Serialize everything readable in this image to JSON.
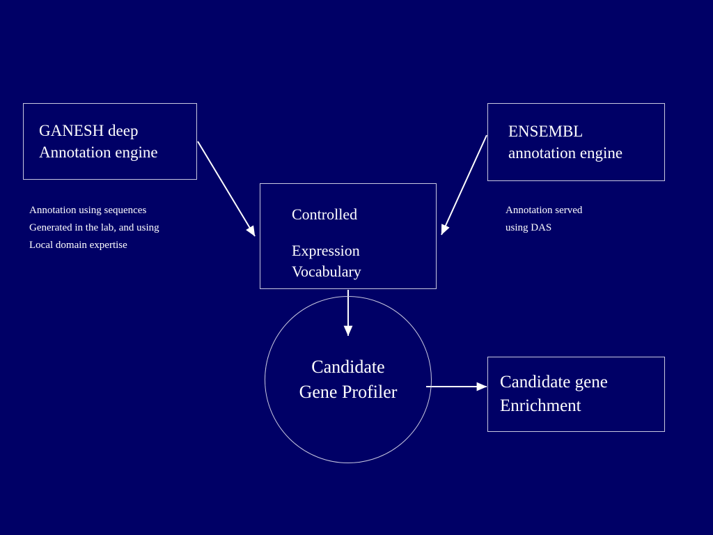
{
  "slide": {
    "background_color": "#000066",
    "text_color": "#ffffff",
    "stroke_color": "#c8c8e0"
  },
  "nodes": {
    "ganesh": {
      "shape": "rectangle",
      "line1": "GANESH deep",
      "line2": "Annotation engine"
    },
    "ensembl": {
      "shape": "rectangle",
      "line1": "ENSEMBL",
      "line2": "annotation engine"
    },
    "controlled_vocabulary": {
      "shape": "rectangle",
      "line1": "Controlled",
      "line2": "Expression",
      "line3": "Vocabulary"
    },
    "candidate_gene_profiler": {
      "shape": "circle",
      "line1": "Candidate",
      "line2": "Gene Profiler"
    },
    "candidate_gene_enrichment": {
      "shape": "rectangle",
      "line1": "Candidate gene",
      "line2": "Enrichment"
    }
  },
  "captions": {
    "ganesh_note": {
      "line1": "Annotation using sequences",
      "line2": "Generated in the lab, and using",
      "line3": "Local domain expertise"
    },
    "ensembl_note": {
      "line1": "Annotation served",
      "line2": "using DAS"
    }
  },
  "connectors": [
    {
      "name": "ganesh-to-vocabulary",
      "from": "ganesh",
      "to": "controlled_vocabulary",
      "style": "diagonal-arrow"
    },
    {
      "name": "ensembl-to-vocabulary",
      "from": "ensembl",
      "to": "controlled_vocabulary",
      "style": "diagonal-arrow"
    },
    {
      "name": "vocabulary-to-profiler",
      "from": "controlled_vocabulary",
      "to": "candidate_gene_profiler",
      "style": "vertical-arrow"
    },
    {
      "name": "profiler-to-enrichment",
      "from": "candidate_gene_profiler",
      "to": "candidate_gene_enrichment",
      "style": "horizontal-arrow"
    }
  ]
}
